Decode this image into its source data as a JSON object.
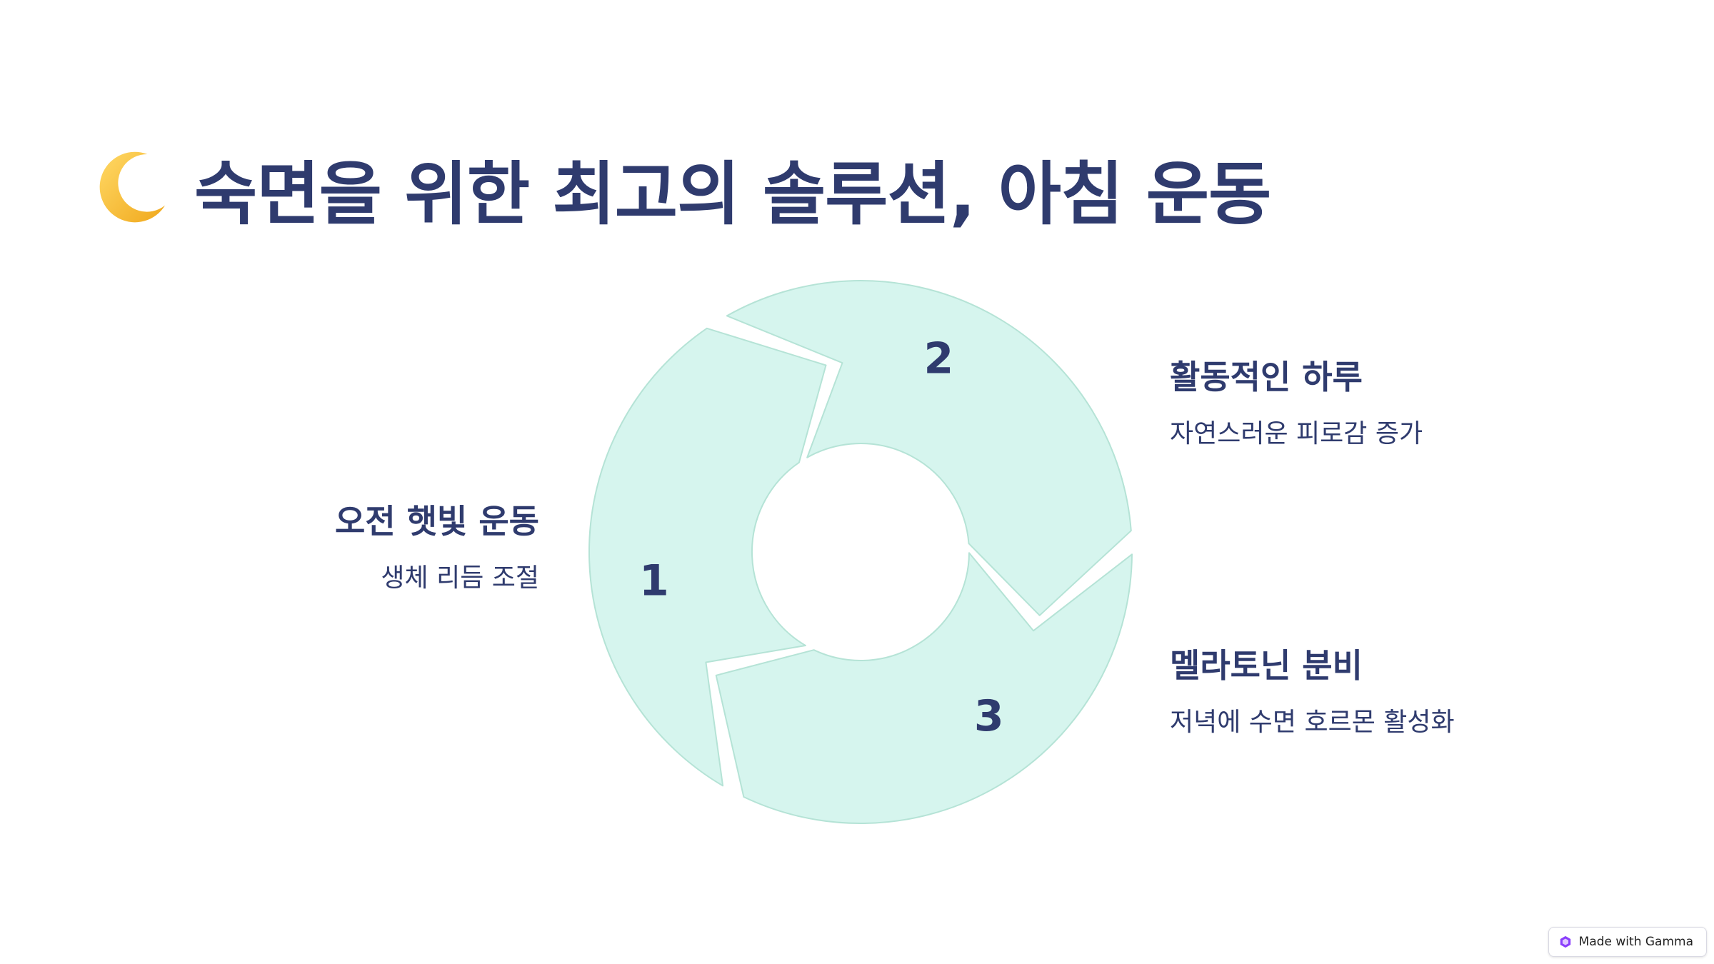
{
  "title": {
    "icon": "crescent-moon-icon",
    "text": "숙면을 위한 최고의 솔루션, 아침 운동"
  },
  "steps": [
    {
      "number": "1",
      "label": "오전 햇빛 운동",
      "description": "생체 리듬 조절"
    },
    {
      "number": "2",
      "label": "활동적인 하루",
      "description": "자연스러운 피로감 증가"
    },
    {
      "number": "3",
      "label": "멜라토닌 분비",
      "description": "저녁에 수면 호르몬 활성화"
    }
  ],
  "colors": {
    "segment_fill": "#d6f5ee",
    "segment_stroke": "#b5e3d6",
    "text": "#2f3b6e",
    "moon": "#f6c544"
  },
  "badge": {
    "icon": "gamma-logo-icon",
    "text": "Made with Gamma"
  }
}
